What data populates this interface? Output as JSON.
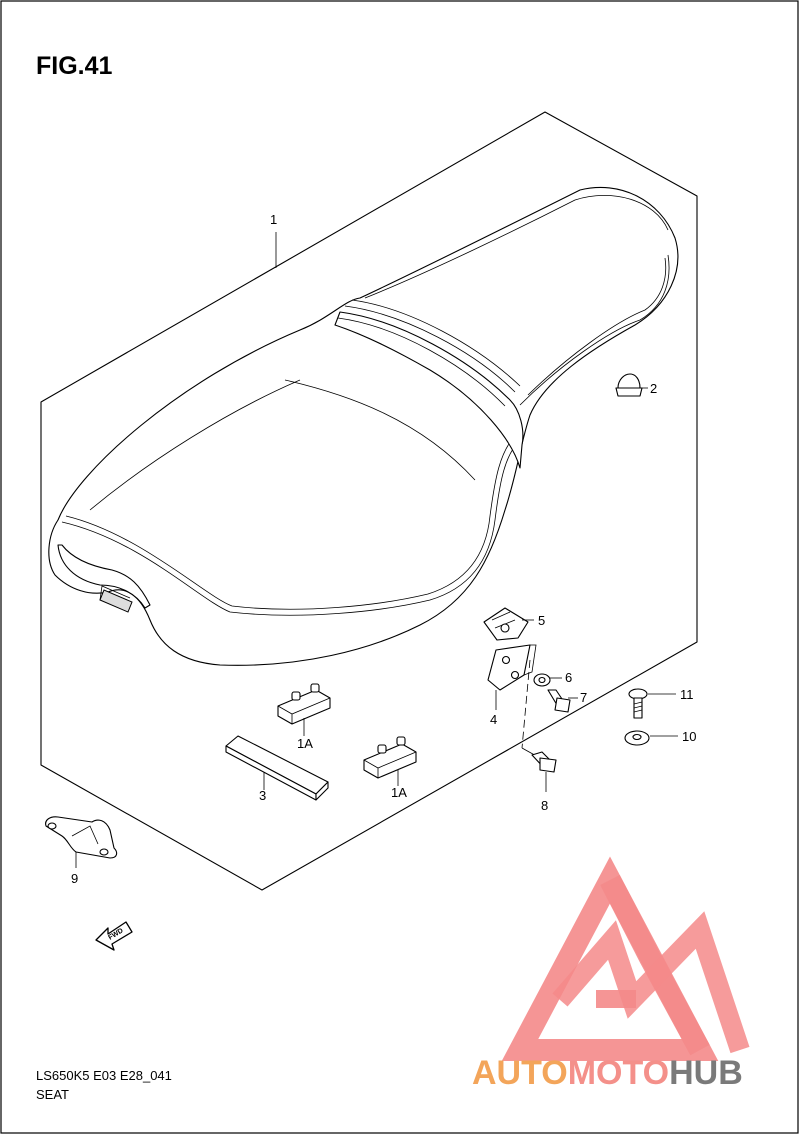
{
  "figure": {
    "title": "FIG.41"
  },
  "callouts": {
    "c1": "1",
    "c2": "2",
    "c3": "3",
    "c4": "4",
    "c5": "5",
    "c6": "6",
    "c7": "7",
    "c8": "8",
    "c9": "9",
    "c10": "10",
    "c11": "11",
    "c1a_left": "1A",
    "c1a_right": "1A"
  },
  "arrow": {
    "label": "FWD"
  },
  "footer": {
    "code": "LS650K5 E03 E28_041",
    "name": "SEAT"
  },
  "watermark": {
    "part1": "AUTO",
    "part2": "MOTO",
    "part3": "HUB",
    "colors": {
      "auto": "#f3a55a",
      "moto": "#f4908a",
      "hub": "#7a7a7a",
      "logo": "#f48a8a"
    }
  }
}
